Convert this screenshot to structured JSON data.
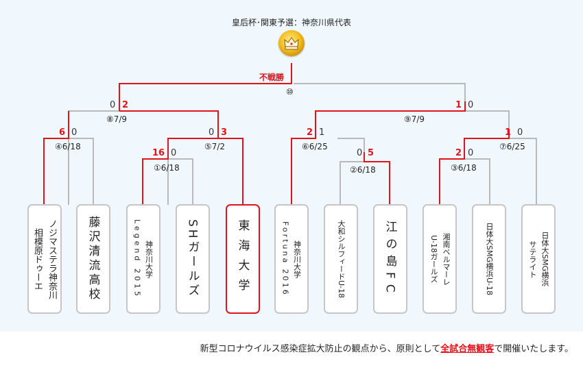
{
  "title": "皇后杯･関東予選：神奈川県代表",
  "trophy_icon": "crown-trophy",
  "colors": {
    "winner": "#e0121b",
    "line": "#b9b9b9",
    "background": "#f0f8fd"
  },
  "final": {
    "label": "⑩",
    "result": "不戦勝"
  },
  "semis": [
    {
      "label": "⑧7/9",
      "left_score": "0",
      "right_score": "2"
    },
    {
      "label": "⑨7/9",
      "left_score": "1",
      "right_score": "0"
    }
  ],
  "quarters": [
    {
      "label": "④6/18",
      "left_score": "6",
      "right_score": "0"
    },
    {
      "label": "⑤7/2",
      "left_score": "0",
      "right_score": "3"
    },
    {
      "label": "⑥6/25",
      "left_score": "2",
      "right_score": "1"
    },
    {
      "label": "⑦6/25",
      "left_score": "1",
      "right_score": "0"
    }
  ],
  "first_round": [
    {
      "label": "①6/18",
      "left_score": "16",
      "right_score": "0"
    },
    {
      "label": "②6/18",
      "left_score": "0",
      "right_score": "5"
    },
    {
      "label": "③6/18",
      "left_score": "2",
      "right_score": "0"
    }
  ],
  "teams": [
    {
      "name": "ノジマステラ神奈川相模原ドゥーエ",
      "lines": [
        "ノジマステラ神奈川",
        "相模原ドゥーエ"
      ]
    },
    {
      "name": "藤沢清流高校",
      "lines": [
        "藤沢清流高校"
      ]
    },
    {
      "name": "Legend 2015 神奈川大学",
      "lines": [
        "神奈川大学",
        "Legend 2015"
      ]
    },
    {
      "name": "SHガールズ",
      "lines": [
        "SHガールズ"
      ]
    },
    {
      "name": "東海大学",
      "lines": [
        "東海大学"
      ]
    },
    {
      "name": "Fortuna 2016 神奈川大学",
      "lines": [
        "神奈川大学",
        "Fortuna 2016"
      ]
    },
    {
      "name": "大和シルフィードU-18",
      "lines": [
        "大和シルフィードU-18"
      ]
    },
    {
      "name": "江の島FC",
      "lines": [
        "江の島FC"
      ]
    },
    {
      "name": "湘南ベルマーレU-18ガールズ",
      "lines": [
        "湘南ベルマーレ",
        "U-18ガールズ"
      ]
    },
    {
      "name": "日体大SMG横浜U-18",
      "lines": [
        "日体大SMG横浜U-18"
      ]
    },
    {
      "name": "日体大SMG横浜サテライト",
      "lines": [
        "日体大SMG横浜",
        "サテライト"
      ]
    }
  ],
  "notice": {
    "before": "新型コロナウイルス感染症拡大防止の観点から、原則として",
    "highlight": "全試合無観客",
    "after": "で開催いたします。"
  }
}
